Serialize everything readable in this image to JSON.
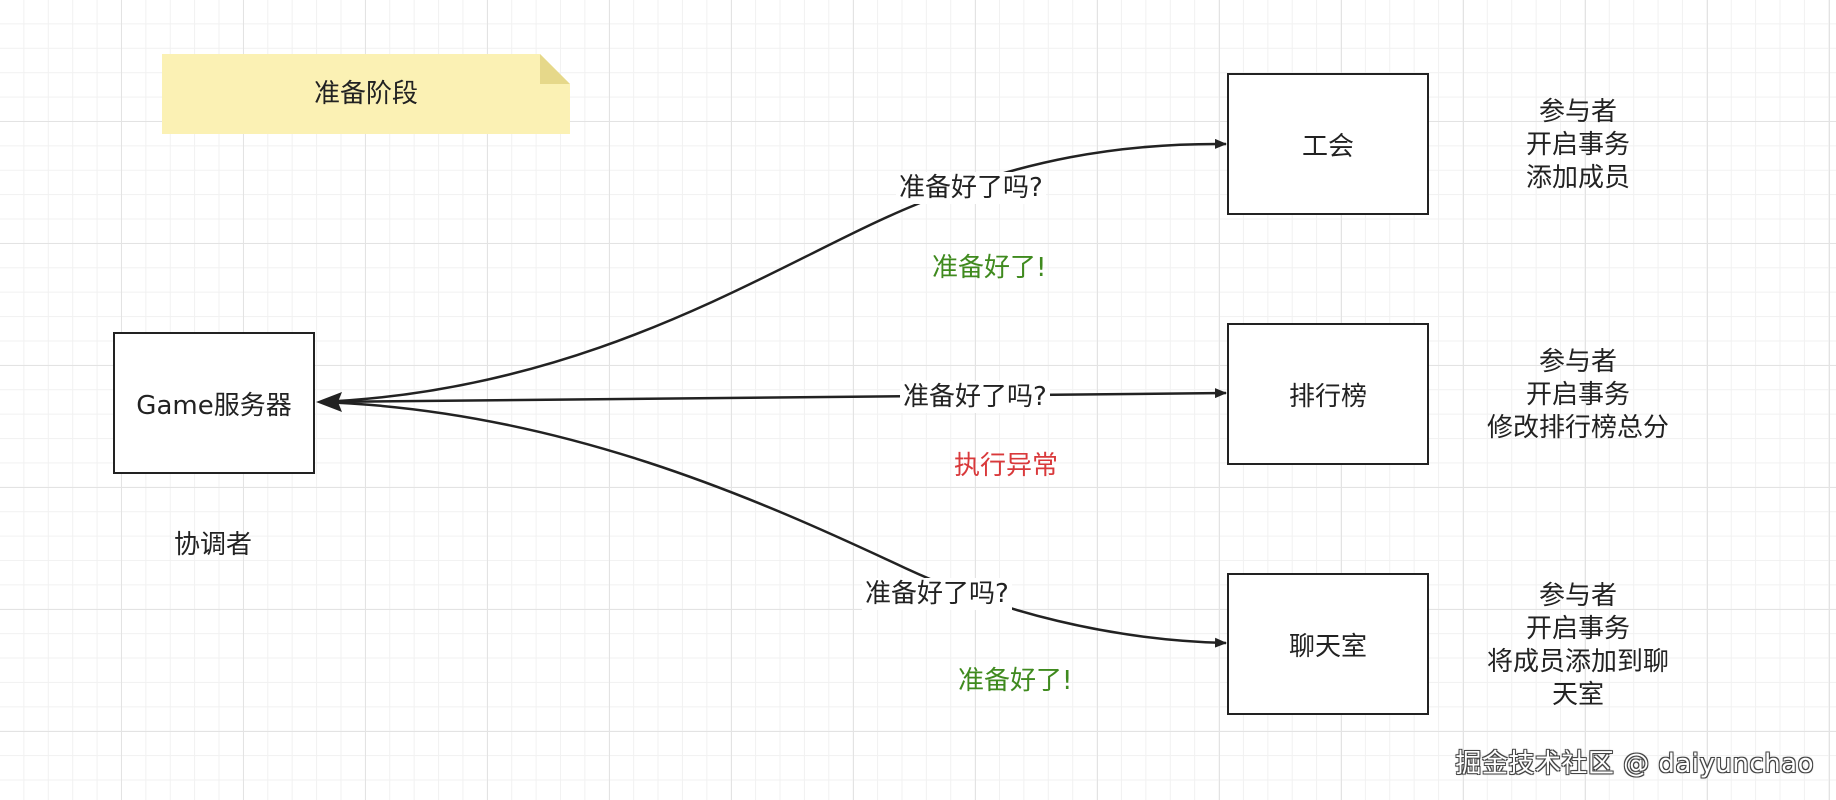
{
  "note": {
    "text": "准备阶段",
    "fill": "#fbf1b4",
    "fold_fill": "#e6d88a"
  },
  "nodes": {
    "server": "Game服务器",
    "guild": "工会",
    "rank": "排行榜",
    "chat": "聊天室"
  },
  "server_role": "协调者",
  "edges": {
    "guild_label": "准备好了吗?",
    "rank_label": "准备好了吗?",
    "chat_label": "准备好了吗?"
  },
  "replies": {
    "guild": "准备好了!",
    "rank": "执行异常",
    "chat": "准备好了!"
  },
  "participants": {
    "guild": [
      "参与者",
      "开启事务",
      "添加成员"
    ],
    "rank": [
      "参与者",
      "开启事务",
      "修改排行榜总分"
    ],
    "chat": [
      "参与者",
      "开启事务",
      "将成员添加到聊",
      "天室"
    ]
  },
  "colors": {
    "ok": "#3f8a1e",
    "error": "#d9393b",
    "line": "#222222"
  },
  "watermark": "掘金技术社区 @ daiyunchao"
}
